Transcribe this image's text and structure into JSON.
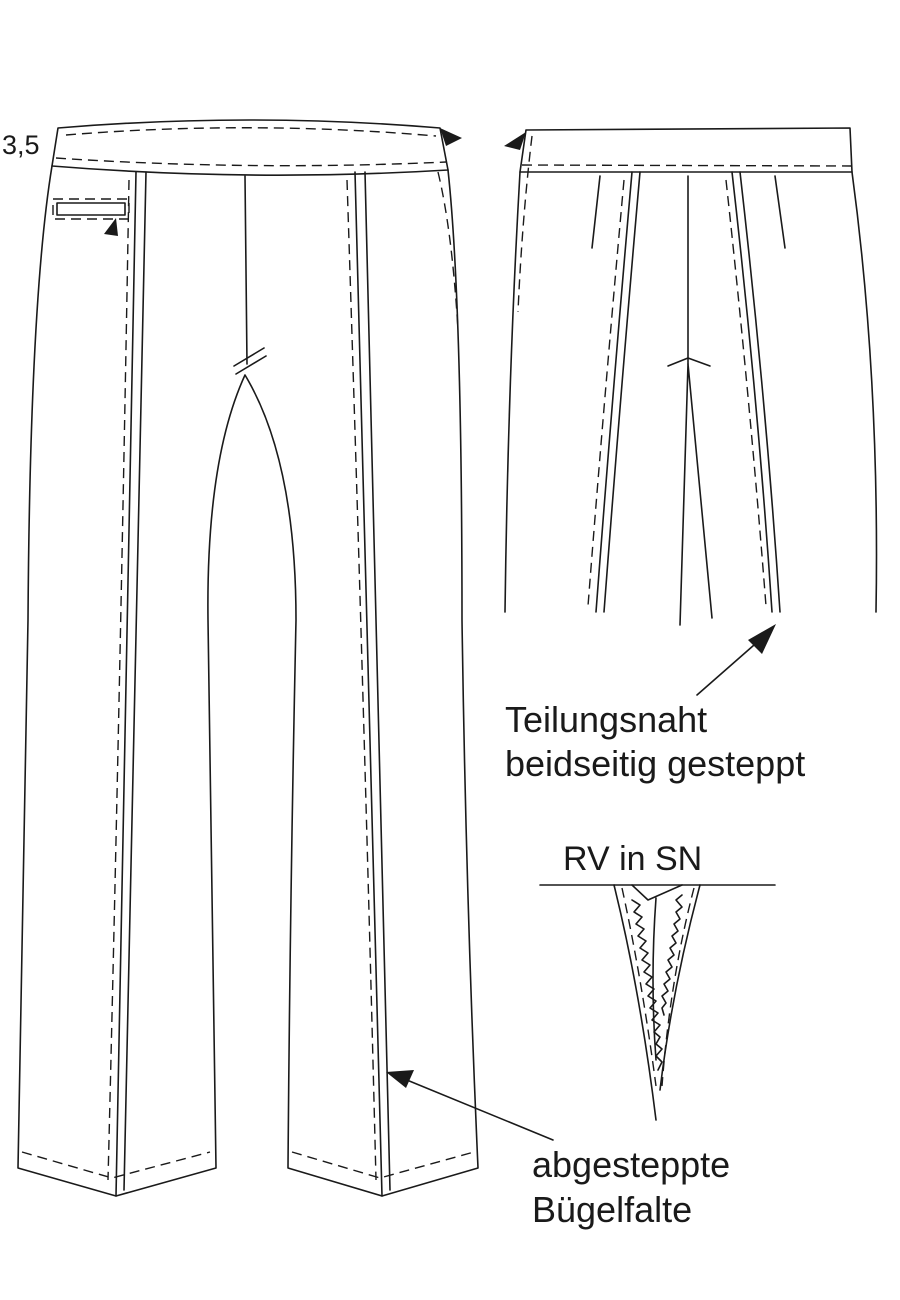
{
  "labels": {
    "waistband_width": "3,5",
    "seam_line1": "Teilungsnaht",
    "seam_line2": "beidseitig gesteppt",
    "zipper": "RV in SN",
    "crease_line1": "abgesteppte",
    "crease_line2": "Bügelfalte"
  }
}
